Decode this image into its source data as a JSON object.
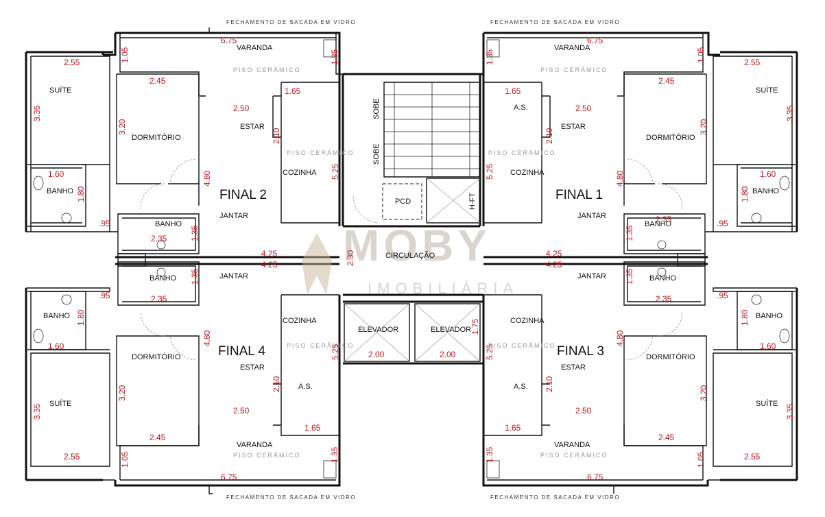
{
  "floor_plan": {
    "balcony_note": "FECHAMENTO DE SACADA EM VIDRO",
    "floor_material": "PISO CERÂMICO",
    "circulation": "CIRCULAÇÃO",
    "pcd": "PCD",
    "elevator": "ELEVADOR",
    "shaft": "H-FT",
    "stair_text": "SOBE",
    "watermark": {
      "brand": "MOBY",
      "tagline": "IMOBILIÁRIA"
    },
    "units": {
      "final1": {
        "title": "FINAL 1",
        "rooms": {
          "varanda": "VARANDA",
          "suite": "SUÍTE",
          "dormitorio": "DORMITÓRIO",
          "estar": "ESTAR",
          "jantar": "JANTAR",
          "cozinha": "COZINHA",
          "as": "A.S.",
          "banho_suite": "BANHO",
          "banho": "BANHO"
        },
        "dims": {
          "varanda_w": "6.75",
          "varanda_d": "1.05",
          "suite_w": "2.55",
          "suite_d": "3.35",
          "dorm_w": "2.45",
          "dorm_d": "3.20",
          "estar_w": "2.50",
          "estar_d": "4.80",
          "cozinha_w": "1.65",
          "cozinha_d": "5.25",
          "as_d": "2.10",
          "banho_w": "1.60",
          "banho_d": "1.80",
          "banho_wall": ".95",
          "banho2_w": "2.35",
          "banho2_d": "1.35",
          "jantar_w": "4.25",
          "lav": "1.35"
        }
      },
      "final2": {
        "title": "FINAL 2",
        "rooms": {
          "varanda": "VARANDA",
          "suite": "SUÍTE",
          "dormitorio": "DORMITÓRIO",
          "estar": "ESTAR",
          "jantar": "JANTAR",
          "cozinha": "COZINHA",
          "banho_suite": "BANHO",
          "banho": "BANHO"
        },
        "dims": {
          "varanda_w": "6.75",
          "varanda_d": "1.05",
          "suite_w": "2.55",
          "suite_d": "3.35",
          "dorm_w": "2.45",
          "dorm_d": "3.20",
          "estar_w": "2.50",
          "estar_d": "4.80",
          "cozinha_w": "1.65",
          "cozinha_d": "5.25",
          "as_d": "2.10",
          "banho_w": "1.60",
          "banho_d": "1.80",
          "banho_wall": ".95",
          "banho2_w": "2.35",
          "banho2_d": "1.35",
          "jantar_w": "4.25",
          "lav": "1.35"
        }
      },
      "final3": {
        "title": "FINAL 3",
        "rooms": {
          "varanda": "VARANDA",
          "suite": "SUÍTE",
          "dormitorio": "DORMITÓRIO",
          "estar": "ESTAR",
          "jantar": "JANTAR",
          "cozinha": "COZINHA",
          "as": "A.S.",
          "banho_suite": "BANHO",
          "banho": "BANHO"
        },
        "dims": {
          "varanda_w": "6.75",
          "varanda_d": "1.05",
          "suite_w": "2.55",
          "suite_d": "3.35",
          "dorm_w": "2.45",
          "dorm_d": "3.20",
          "estar_w": "2.50",
          "estar_d": "4.80",
          "cozinha_w": "1.65",
          "cozinha_d": "5.25",
          "as_d": "2.10",
          "banho_w": "1.60",
          "banho_d": "1.80",
          "banho_wall": ".95",
          "banho2_w": "2.35",
          "banho2_d": "1.35",
          "jantar_w": "4.25",
          "lav": "1.35"
        }
      },
      "final4": {
        "title": "FINAL 4",
        "rooms": {
          "varanda": "VARANDA",
          "suite": "SUÍTE",
          "dormitorio": "DORMITÓRIO",
          "estar": "ESTAR",
          "jantar": "JANTAR",
          "cozinha": "COZINHA",
          "as": "A.S.",
          "banho_suite": "BANHO",
          "banho": "BANHO"
        },
        "dims": {
          "varanda_w": "6.75",
          "varanda_d": "1.05",
          "suite_w": "2.55",
          "suite_d": "3.35",
          "dorm_w": "2.45",
          "dorm_d": "3.20",
          "estar_w": "2.50",
          "estar_d": "4.80",
          "cozinha_w": "1.65",
          "cozinha_d": "5.25",
          "as_d": "2.10",
          "banho_w": "1.60",
          "banho_d": "1.80",
          "banho_wall": ".95",
          "banho2_w": "2.35",
          "banho2_d": "1.35",
          "jantar_w": "4.25",
          "lav": "1.35"
        }
      }
    },
    "core_dims": {
      "circulation_w": "2.30",
      "elevator_w": "2.00",
      "elevator2_w": "2.00",
      "elevator_d": "1.75"
    }
  }
}
